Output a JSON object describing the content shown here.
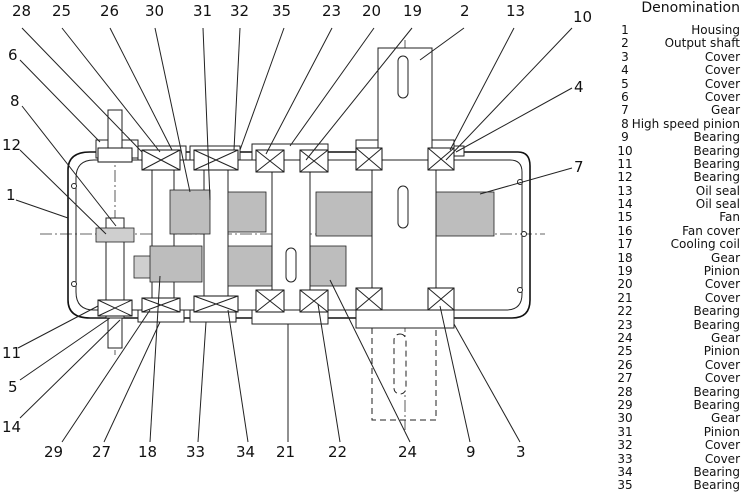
{
  "legend": {
    "title": "Denomination",
    "items": [
      {
        "num": "1",
        "name": "Housing"
      },
      {
        "num": "2",
        "name": "Output shaft"
      },
      {
        "num": "3",
        "name": "Cover"
      },
      {
        "num": "4",
        "name": "Cover"
      },
      {
        "num": "5",
        "name": "Cover"
      },
      {
        "num": "6",
        "name": "Cover"
      },
      {
        "num": "7",
        "name": "Gear"
      },
      {
        "num": "8",
        "name": "High speed pinion"
      },
      {
        "num": "9",
        "name": "Bearing"
      },
      {
        "num": "10",
        "name": "Bearing"
      },
      {
        "num": "11",
        "name": "Bearing"
      },
      {
        "num": "12",
        "name": "Bearing"
      },
      {
        "num": "13",
        "name": "Oil seal"
      },
      {
        "num": "14",
        "name": "Oil seal"
      },
      {
        "num": "15",
        "name": "Fan"
      },
      {
        "num": "16",
        "name": "Fan cover"
      },
      {
        "num": "17",
        "name": "Cooling coil"
      },
      {
        "num": "18",
        "name": "Gear"
      },
      {
        "num": "19",
        "name": "Pinion"
      },
      {
        "num": "20",
        "name": "Cover"
      },
      {
        "num": "21",
        "name": "Cover"
      },
      {
        "num": "22",
        "name": "Bearing"
      },
      {
        "num": "23",
        "name": "Bearing"
      },
      {
        "num": "24",
        "name": "Gear"
      },
      {
        "num": "25",
        "name": "Pinion"
      },
      {
        "num": "26",
        "name": "Cover"
      },
      {
        "num": "27",
        "name": "Cover"
      },
      {
        "num": "28",
        "name": "Bearing"
      },
      {
        "num": "29",
        "name": "Bearing"
      },
      {
        "num": "30",
        "name": "Gear"
      },
      {
        "num": "31",
        "name": "Pinion"
      },
      {
        "num": "32",
        "name": "Cover"
      },
      {
        "num": "33",
        "name": "Cover"
      },
      {
        "num": "34",
        "name": "Bearing"
      },
      {
        "num": "35",
        "name": "Bearing"
      }
    ]
  },
  "callouts": {
    "top": [
      "28",
      "25",
      "26",
      "30",
      "31",
      "32",
      "35",
      "23",
      "20",
      "19",
      "2",
      "13",
      "10"
    ],
    "left": [
      "6",
      "8",
      "12",
      "1",
      "11",
      "5",
      "14"
    ],
    "right": [
      "4",
      "7"
    ],
    "bottom": [
      "29",
      "27",
      "18",
      "33",
      "34",
      "21",
      "22",
      "24",
      "9",
      "3"
    ]
  }
}
